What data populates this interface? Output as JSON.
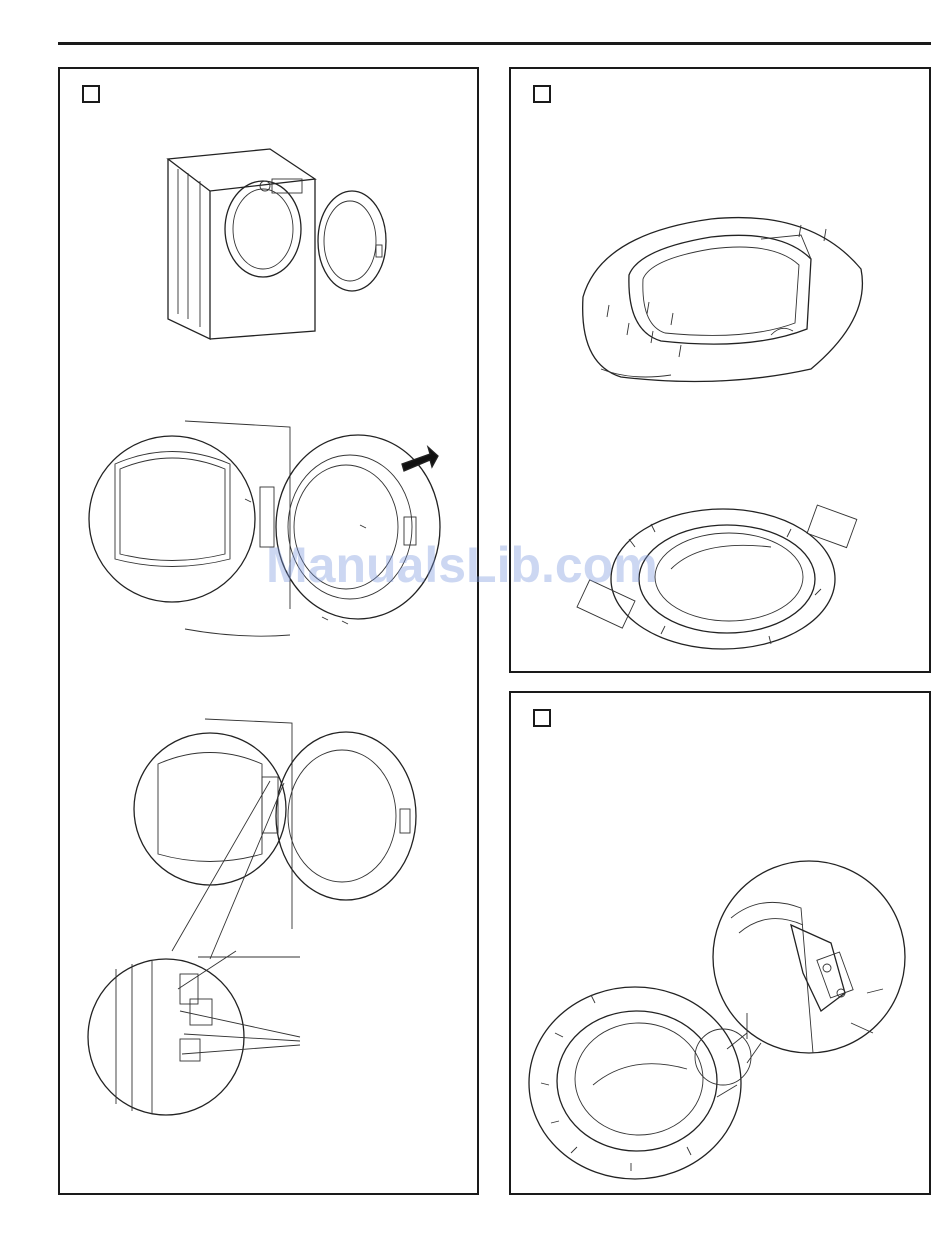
{
  "watermark": "ManualsLib.com",
  "panels": [
    {
      "name": "left-step-panel"
    },
    {
      "name": "top-right-step-panel"
    },
    {
      "name": "bottom-right-step-panel"
    }
  ]
}
